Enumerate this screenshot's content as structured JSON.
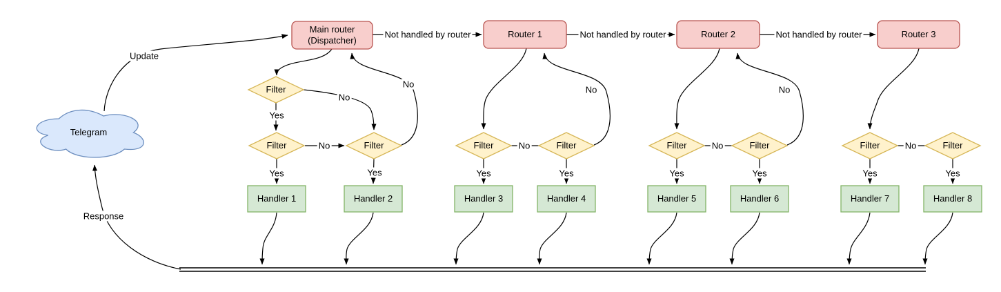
{
  "nodes": {
    "telegram": "Telegram",
    "main_router_line1": "Main router",
    "main_router_line2": "(Dispatcher)",
    "router1": "Router 1",
    "router2": "Router 2",
    "router3": "Router 3",
    "filter": "Filter",
    "handlers": [
      "Handler 1",
      "Handler 2",
      "Handler 3",
      "Handler 4",
      "Handler 5",
      "Handler 6",
      "Handler 7",
      "Handler 8"
    ]
  },
  "labels": {
    "update": "Update",
    "response": "Response",
    "not_handled": "Not handled by router",
    "yes": "Yes",
    "no": "No"
  },
  "colors": {
    "router_fill": "#f8cecc",
    "router_stroke": "#b85450",
    "filter_fill": "#fff2cc",
    "filter_stroke": "#d6b656",
    "handler_fill": "#d5e8d4",
    "handler_stroke": "#82b366",
    "cloud_fill": "#dae8fc",
    "cloud_stroke": "#6c8ebf",
    "edge": "#000000",
    "text": "#000000"
  }
}
